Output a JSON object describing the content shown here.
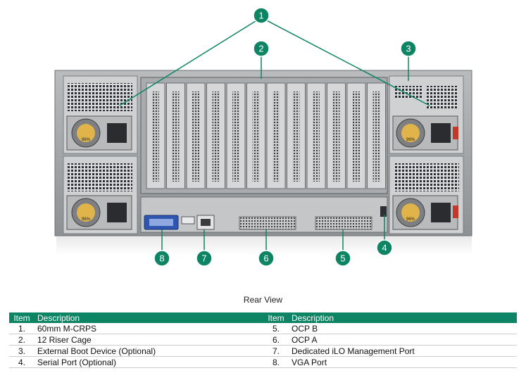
{
  "figure": {
    "callouts": [
      "1",
      "2",
      "3",
      "4",
      "5",
      "6",
      "7",
      "8"
    ],
    "psu_label": "96%",
    "accent_color": "#0d8463"
  },
  "caption": "Rear View",
  "legend": {
    "headers": [
      "Item",
      "Description",
      "Item",
      "Description"
    ],
    "rows": [
      [
        {
          "num": "1.",
          "desc": "60mm M-CRPS"
        },
        {
          "num": "5.",
          "desc": "OCP B"
        }
      ],
      [
        {
          "num": "2.",
          "desc": "12 Riser Cage"
        },
        {
          "num": "6.",
          "desc": "OCP A"
        }
      ],
      [
        {
          "num": "3.",
          "desc": "External Boot Device (Optional)"
        },
        {
          "num": "7.",
          "desc": "Dedicated iLO Management Port"
        }
      ],
      [
        {
          "num": "4.",
          "desc": "Serial Port (Optional)"
        },
        {
          "num": "8.",
          "desc": "VGA Port"
        }
      ]
    ]
  }
}
